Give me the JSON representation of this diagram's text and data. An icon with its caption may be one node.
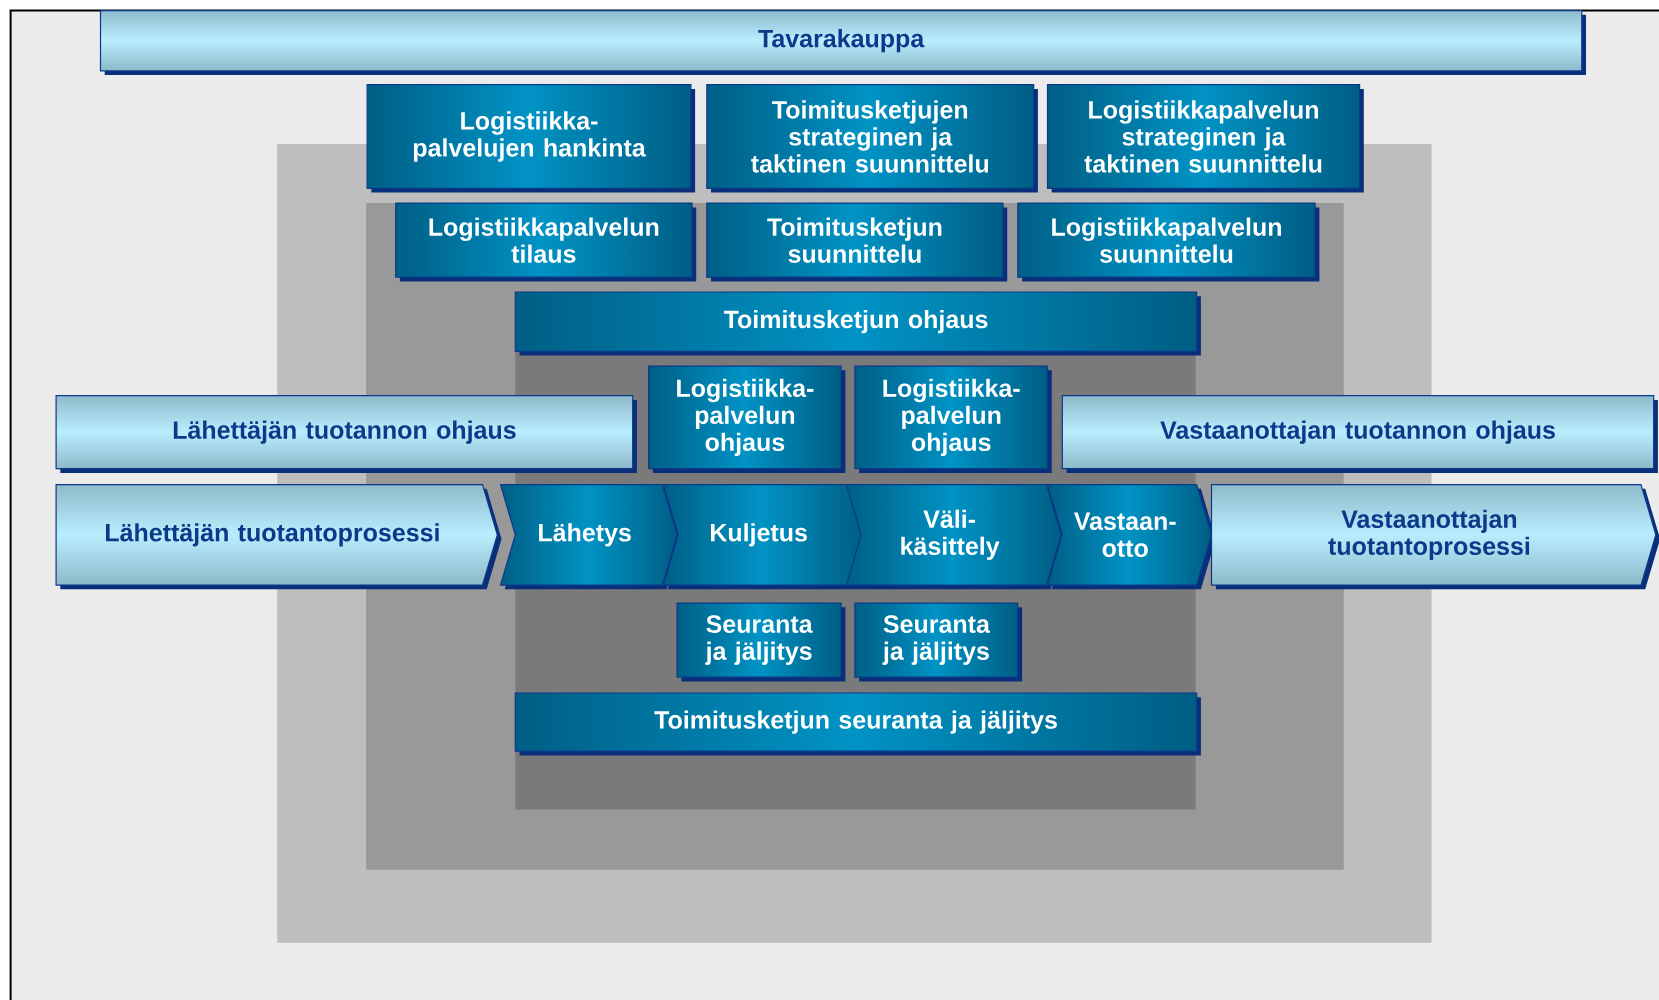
{
  "diagram": {
    "nodes": [
      {
        "text": [
          "Tavarakauppa"
        ]
      },
      {
        "text": [
          "Logistiikka-palvelujen hankinta"
        ]
      },
      {
        "text": [
          "Toimitusketjujen strateginen ja taktinen suunnittelu"
        ]
      },
      {
        "text": [
          "Logistiikkapalvelun strateginen ja taktinen suunnittelu"
        ]
      },
      {
        "text": [
          "Logistiikkapalvelun tilaus"
        ]
      },
      {
        "text": [
          "Toimitusketjun suunnittelu"
        ]
      },
      {
        "text": [
          "Logistiikkapalvelun suunnittelu"
        ]
      },
      {
        "text": [
          "Toimitusketjun ohjaus"
        ]
      },
      {
        "text": [
          "Lähettäjän tuotannon ohjaus"
        ]
      },
      {
        "text": [
          "Logistiikka-palvelun ohjaus"
        ]
      },
      {
        "text": [
          "Logistiikka-palvelun ohjaus"
        ]
      },
      {
        "text": [
          "Vastaanottajan tuotannon ohjaus"
        ]
      },
      {
        "text": [
          "Lähettäjän tuotantoprosessi"
        ]
      },
      {
        "text": [
          "Lähetys"
        ]
      },
      {
        "text": [
          "Kuljetus"
        ]
      },
      {
        "text": [
          "Väli-käsittely"
        ]
      },
      {
        "text": [
          "Vastaan-otto"
        ]
      },
      {
        "text": [
          "Vastaanottajan tuotantoprosessi"
        ]
      },
      {
        "text": [
          "Seuranta ja jäljitys"
        ]
      },
      {
        "text": [
          "Seuranta ja jäljitys"
        ]
      },
      {
        "text": [
          "Toimitusketjun seuranta ja jäljitys"
        ]
      }
    ]
  }
}
